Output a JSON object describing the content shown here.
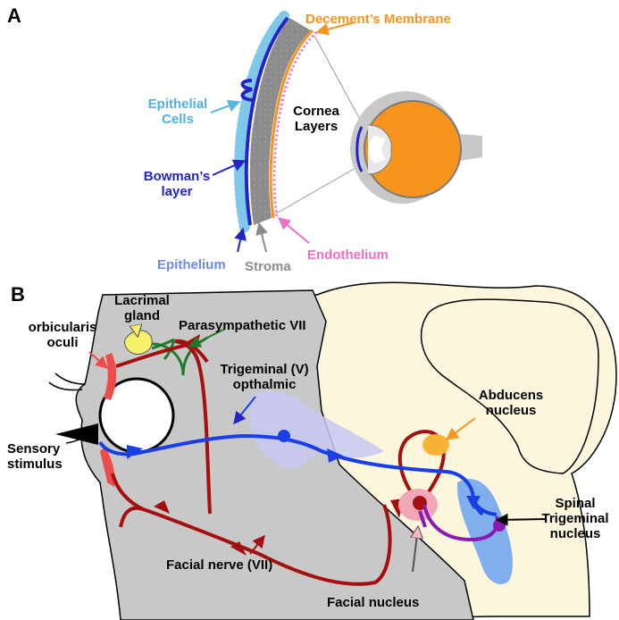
{
  "panels": {
    "a": "A",
    "b": "B"
  },
  "colors": {
    "cell_light_blue": "#7fc8ec",
    "bowman_blue": "#2323c8",
    "stroma_gray": "#8c8c8c",
    "decement_orange": "#f7931e",
    "endothelium_pink": "#ee6fc3",
    "eye_orange": "#f7941d",
    "brain_cream": "#fbf6dc",
    "face_gray": "#c8c8c8",
    "trigeminal_blue": "#1a3ee6",
    "facial_red": "#a50f0f",
    "parasympathetic_green": "#1f7a2a",
    "lacrimal_yellow": "#f6ef6a",
    "muscle_red": "#ee4b4b",
    "abducens_orange": "#f9b233",
    "facial_nucleus_pink": "#f0a8b8",
    "spinal_trigeminal_blue": "#6ba2f0",
    "interneuron_purple": "#8a1ab0"
  },
  "labels_a": {
    "decement": "Decement’s Membrane",
    "epithelial_cells": "Epithelial\nCells",
    "cornea_layers": "Cornea\nLayers",
    "bowmans_layer": "Bowman’s\nlayer",
    "epithelium": "Epithelium",
    "stroma": "Stroma",
    "endothelium": "Endothelium"
  },
  "labels_b": {
    "lacrimal_gland": "Lacrimal\ngland",
    "orbicularis_oculi": "orbicularis\noculi",
    "parasympathetic": "Parasympathetic VII",
    "trigeminal": "Trigeminal (V)\nopthalmic",
    "abducens": "Abducens\nnucleus",
    "sensory_stimulus": "Sensory\nstimulus",
    "spinal_trigeminal": "Spinal\nTrigeminal\nnucleus",
    "facial_nerve": "Facial nerve (VII)",
    "facial_nucleus": "Facial nucleus"
  }
}
